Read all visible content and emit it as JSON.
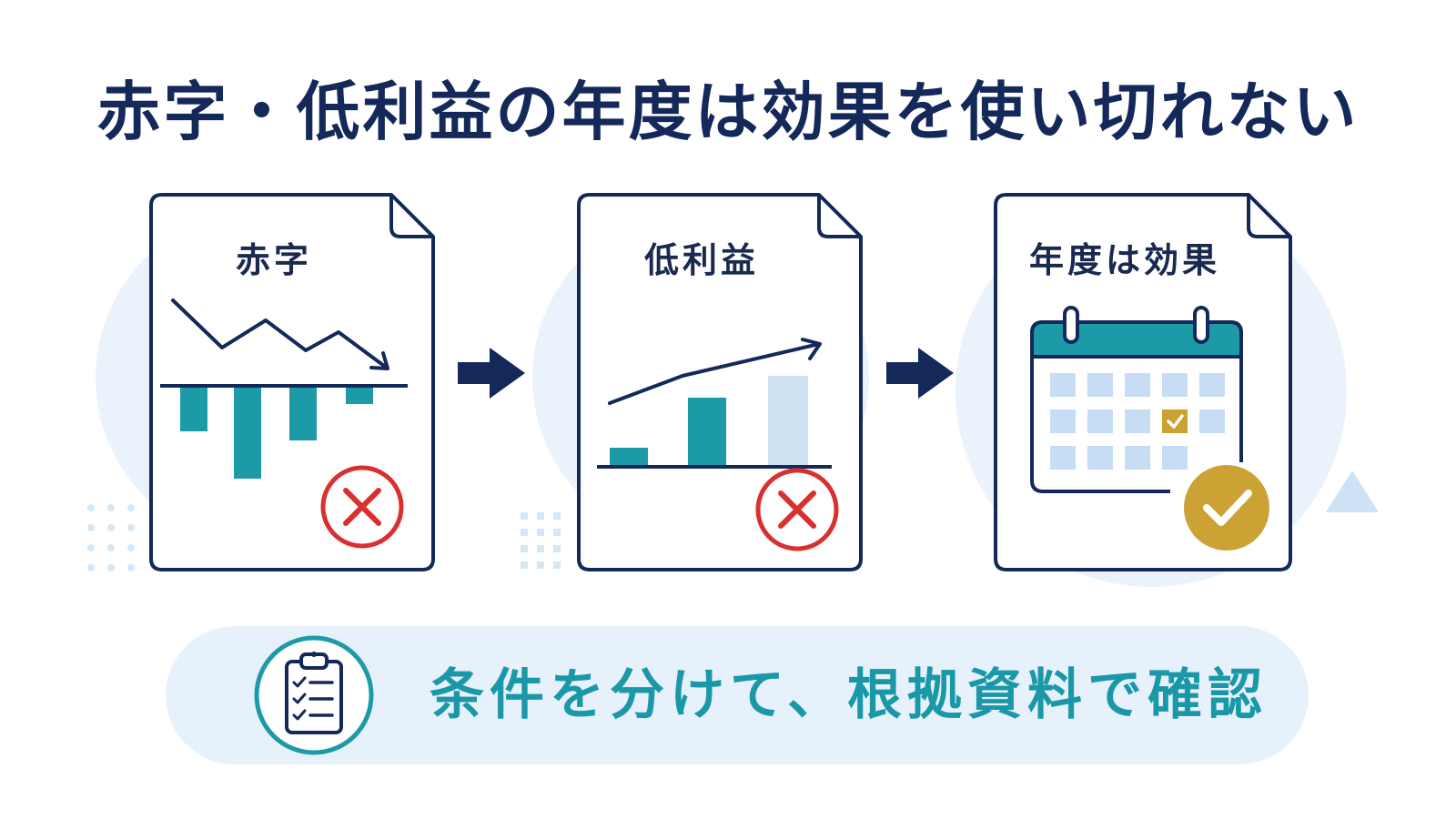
{
  "title": "赤字・低利益の年度は効果を使い切れない",
  "cards": [
    {
      "label": "赤字",
      "status": "cross"
    },
    {
      "label": "低利益",
      "status": "cross"
    },
    {
      "label": "年度は効果",
      "status": "check"
    }
  ],
  "banner": {
    "text": "条件を分けて、根拠資料で確認"
  },
  "colors": {
    "navy": "#14295a",
    "teal": "#1d9aa8",
    "red": "#d9302f",
    "gold": "#cba233",
    "light_blue": "#e6f1fb",
    "cell_blue": "#c6ddf3"
  },
  "icons": [
    "cross-icon",
    "check-icon",
    "calendar-icon",
    "clipboard-checklist-icon",
    "arrow-right-icon"
  ]
}
